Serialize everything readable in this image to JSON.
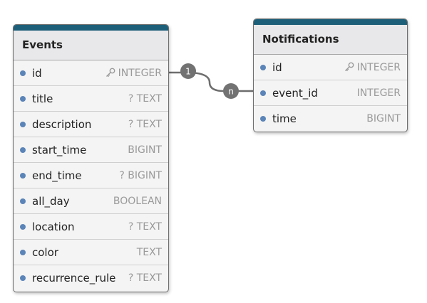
{
  "relation": {
    "from_cardinality": "1",
    "to_cardinality": "n"
  },
  "events": {
    "title": "Events",
    "columns": [
      {
        "name": "id",
        "type": "INTEGER",
        "pk": true
      },
      {
        "name": "title",
        "type": "? TEXT"
      },
      {
        "name": "description",
        "type": "? TEXT"
      },
      {
        "name": "start_time",
        "type": "BIGINT"
      },
      {
        "name": "end_time",
        "type": "? BIGINT"
      },
      {
        "name": "all_day",
        "type": "BOOLEAN"
      },
      {
        "name": "location",
        "type": "? TEXT"
      },
      {
        "name": "color",
        "type": "TEXT"
      },
      {
        "name": "recurrence_rule",
        "type": "? TEXT"
      }
    ]
  },
  "notifications": {
    "title": "Notifications",
    "columns": [
      {
        "name": "id",
        "type": "INTEGER",
        "pk": true
      },
      {
        "name": "event_id",
        "type": "INTEGER"
      },
      {
        "name": "time",
        "type": "BIGINT"
      }
    ]
  },
  "colors": {
    "header_bar": "#1d5f79",
    "column_dot": "#5b84b8",
    "connector": "#6e6e6e"
  },
  "icons": {
    "primary_key": "key-icon"
  }
}
